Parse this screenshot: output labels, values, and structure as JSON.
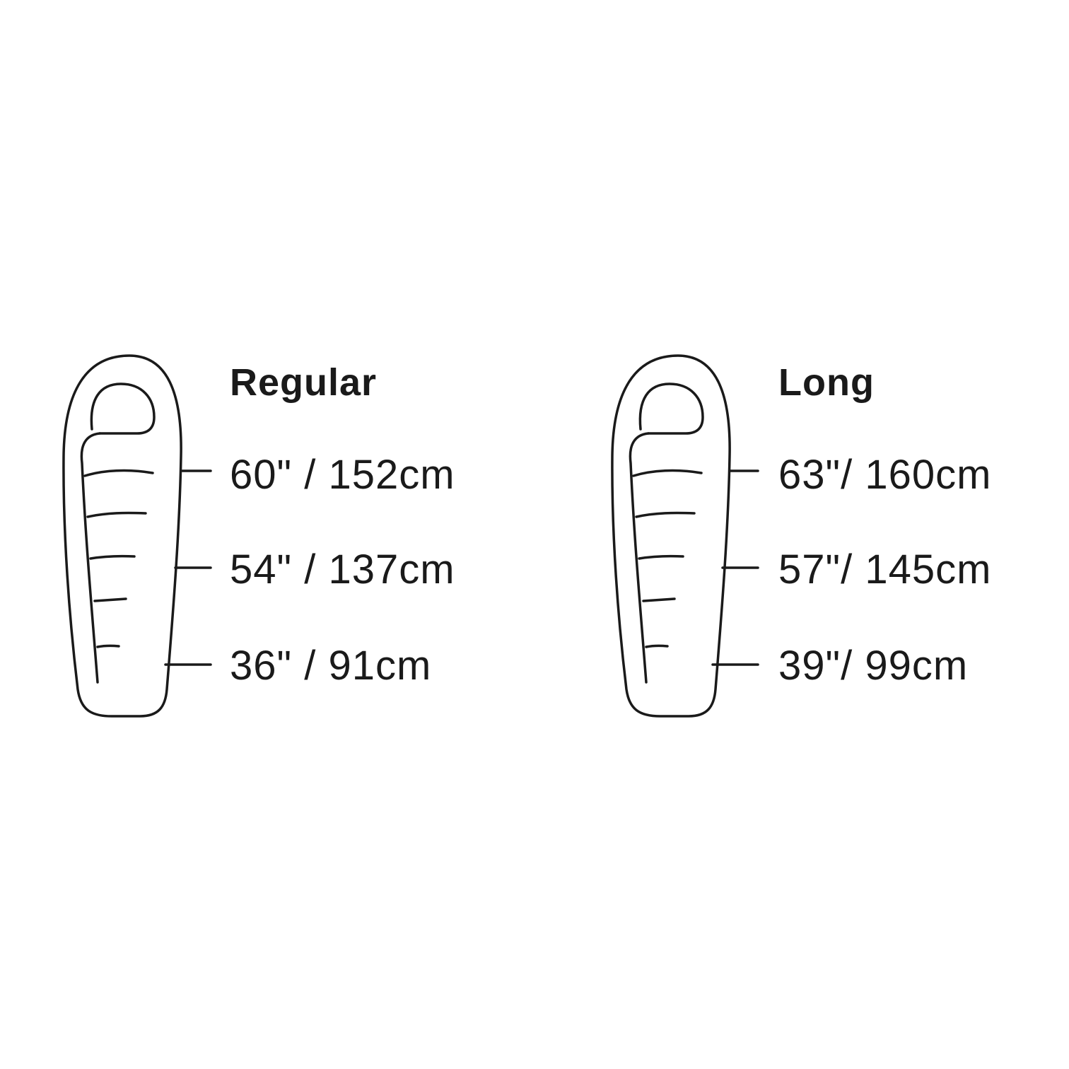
{
  "sizes": [
    {
      "name": "Regular",
      "measurements": {
        "shoulder": "60\" / 152cm",
        "hip": "54\" / 137cm",
        "foot": "36\" / 91cm"
      }
    },
    {
      "name": "Long",
      "measurements": {
        "shoulder": "63\"/ 160cm",
        "hip": "57\"/ 145cm",
        "foot": "39\"/ 99cm"
      }
    }
  ],
  "icons": {
    "bag": "sleeping-bag-outline-icon"
  },
  "colors": {
    "line": "#1a1a1a",
    "background": "#ffffff"
  }
}
